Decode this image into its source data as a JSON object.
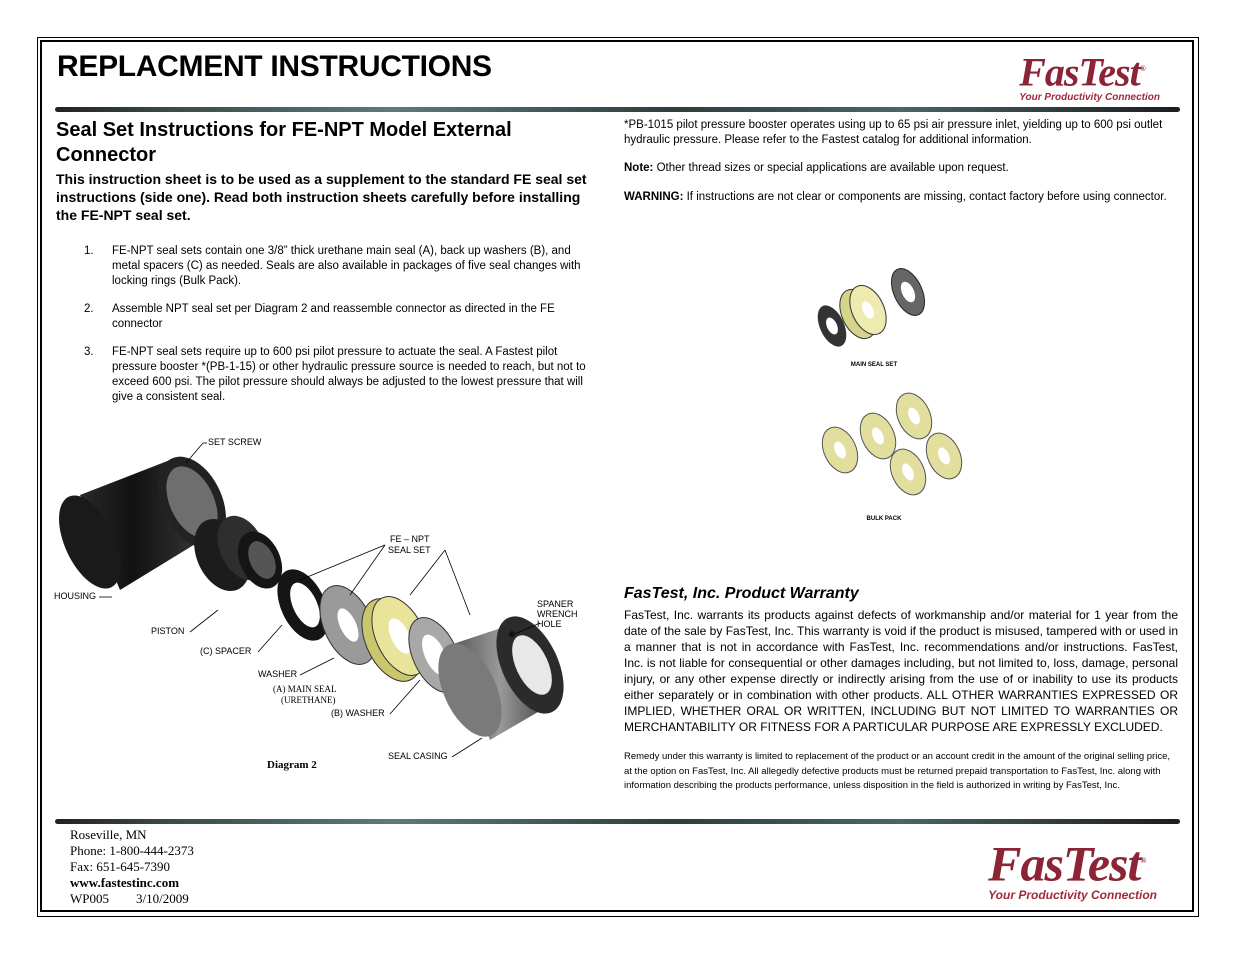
{
  "header": {
    "title": "REPLACMENT INSTRUCTIONS",
    "logo_word": "FasTest",
    "logo_tagline": "Your Productivity Connection"
  },
  "section": {
    "title": "Seal Set Instructions for FE-NPT Model External Connector",
    "intro": "This instruction sheet is to be used as a supplement to the standard FE seal set instructions (side one). Read both instruction sheets carefully before installing the FE-NPT seal set.",
    "steps": [
      {
        "num": "1.",
        "text": "FE-NPT seal sets contain one 3/8” thick urethane main seal (A), back up washers (B), and metal spacers (C) as needed. Seals are also available in packages of five seal changes with locking rings (Bulk Pack)."
      },
      {
        "num": "2.",
        "text": "Assemble NPT seal set per Diagram 2 and reassemble connector as directed in the FE connector"
      },
      {
        "num": "3.",
        "text": "FE-NPT seal sets require up to 600 psi pilot pressure to actuate the seal. A Fastest pilot pressure booster *(PB-1-15) or other hydraulic pressure source is needed to reach, but not to exceed 600 psi. The pilot pressure should always be adjusted to the lowest pressure that will give a consistent seal."
      }
    ]
  },
  "notes": {
    "booster": "*PB-1015 pilot pressure booster operates using up to 65 psi air pressure inlet, yielding up to 600 psi outlet hydraulic pressure. Please refer to the Fastest catalog for additional information.",
    "note_label": "Note:",
    "note_text": " Other thread sizes or special applications are available upon request.",
    "warning_label": "WARNING:",
    "warning_text": " If instructions are not clear or components are missing, contact factory before using connector."
  },
  "diagram": {
    "caption": "Diagram 2",
    "labels": {
      "set_screw": "SET SCREW",
      "fe_npt_1": "FE – NPT",
      "fe_npt_2": "SEAL SET",
      "housing": "HOUSING",
      "piston": "PISTON",
      "spacer": "(C) SPACER",
      "washer": "WASHER",
      "main_seal_1": "(A) MAIN SEAL",
      "main_seal_2": "(URETHANE)",
      "b_washer": "(B) WASHER",
      "seal_casing": "SEAL CASING",
      "spaner_1": "SPANER",
      "spaner_2": "WRENCH",
      "spaner_3": "HOLE"
    }
  },
  "seal_picture": {
    "main_label": "MAIN SEAL SET",
    "bulk_label": "BULK PACK"
  },
  "warranty": {
    "title": "FasTest, Inc. Product Warranty",
    "body": "FasTest, Inc. warrants its products against defects of workmanship and/or material for 1 year from the date of the sale by FasTest, Inc.  This warranty is void if the product is misused, tampered with or used in a manner that is not in accordance with FasTest, Inc. recommendations and/or instructions. FasTest, Inc. is not liable for consequential or other damages including, but not limited to, loss, damage, personal injury, or any other expense directly or indirectly arising from the use of or inability to use its products either separately or in combination with other products. ALL OTHER WARRANTIES EXPRESSED OR IMPLIED, WHETHER ORAL OR WRITTEN, INCLUDING BUT NOT LIMITED TO WARRANTIES OR MERCHANTABILITY OR FITNESS FOR A PARTICULAR PURPOSE ARE EXPRESSLY EXCLUDED.",
    "remedy": "Remedy under this warranty is limited to replacement of the product or an account credit in the amount of the original selling price, at the option on FasTest, Inc.  All allegedly defective products must be returned prepaid transportation to FasTest, Inc. along with information describing the products performance, unless disposition in the field is authorized in writing by FasTest, Inc."
  },
  "footer": {
    "city": "Roseville, MN",
    "phone": "Phone: 1-800-444-2373",
    "fax": "Fax: 651-645-7390",
    "website": "www.fastestinc.com",
    "doc_code": "WP005",
    "date": "3/10/2009"
  },
  "colors": {
    "brand": "#8b2435",
    "seal_yellow": "#e8e59a",
    "rule_teal": "#5d7a7a"
  }
}
